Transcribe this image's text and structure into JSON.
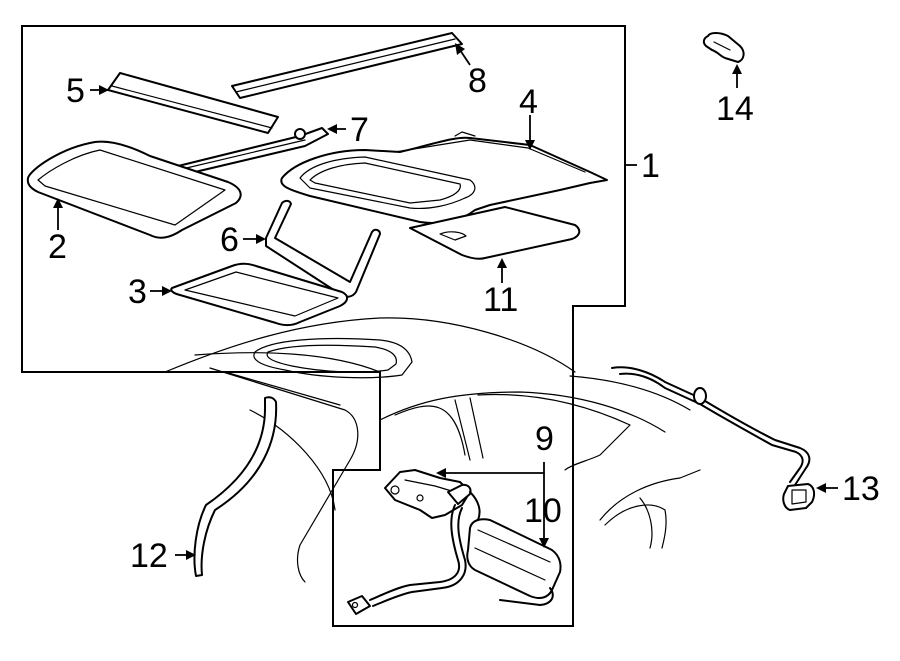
{
  "callouts": [
    {
      "id": "1",
      "text": "1"
    },
    {
      "id": "2",
      "text": "2"
    },
    {
      "id": "3",
      "text": "3"
    },
    {
      "id": "4",
      "text": "4"
    },
    {
      "id": "5",
      "text": "5"
    },
    {
      "id": "6",
      "text": "6"
    },
    {
      "id": "7",
      "text": "7"
    },
    {
      "id": "8",
      "text": "8"
    },
    {
      "id": "9",
      "text": "9"
    },
    {
      "id": "10",
      "text": "10"
    },
    {
      "id": "11",
      "text": "11"
    },
    {
      "id": "12",
      "text": "12"
    },
    {
      "id": "13",
      "text": "13"
    },
    {
      "id": "14",
      "text": "14"
    }
  ],
  "colors": {
    "line": "#000000",
    "background": "#ffffff"
  }
}
